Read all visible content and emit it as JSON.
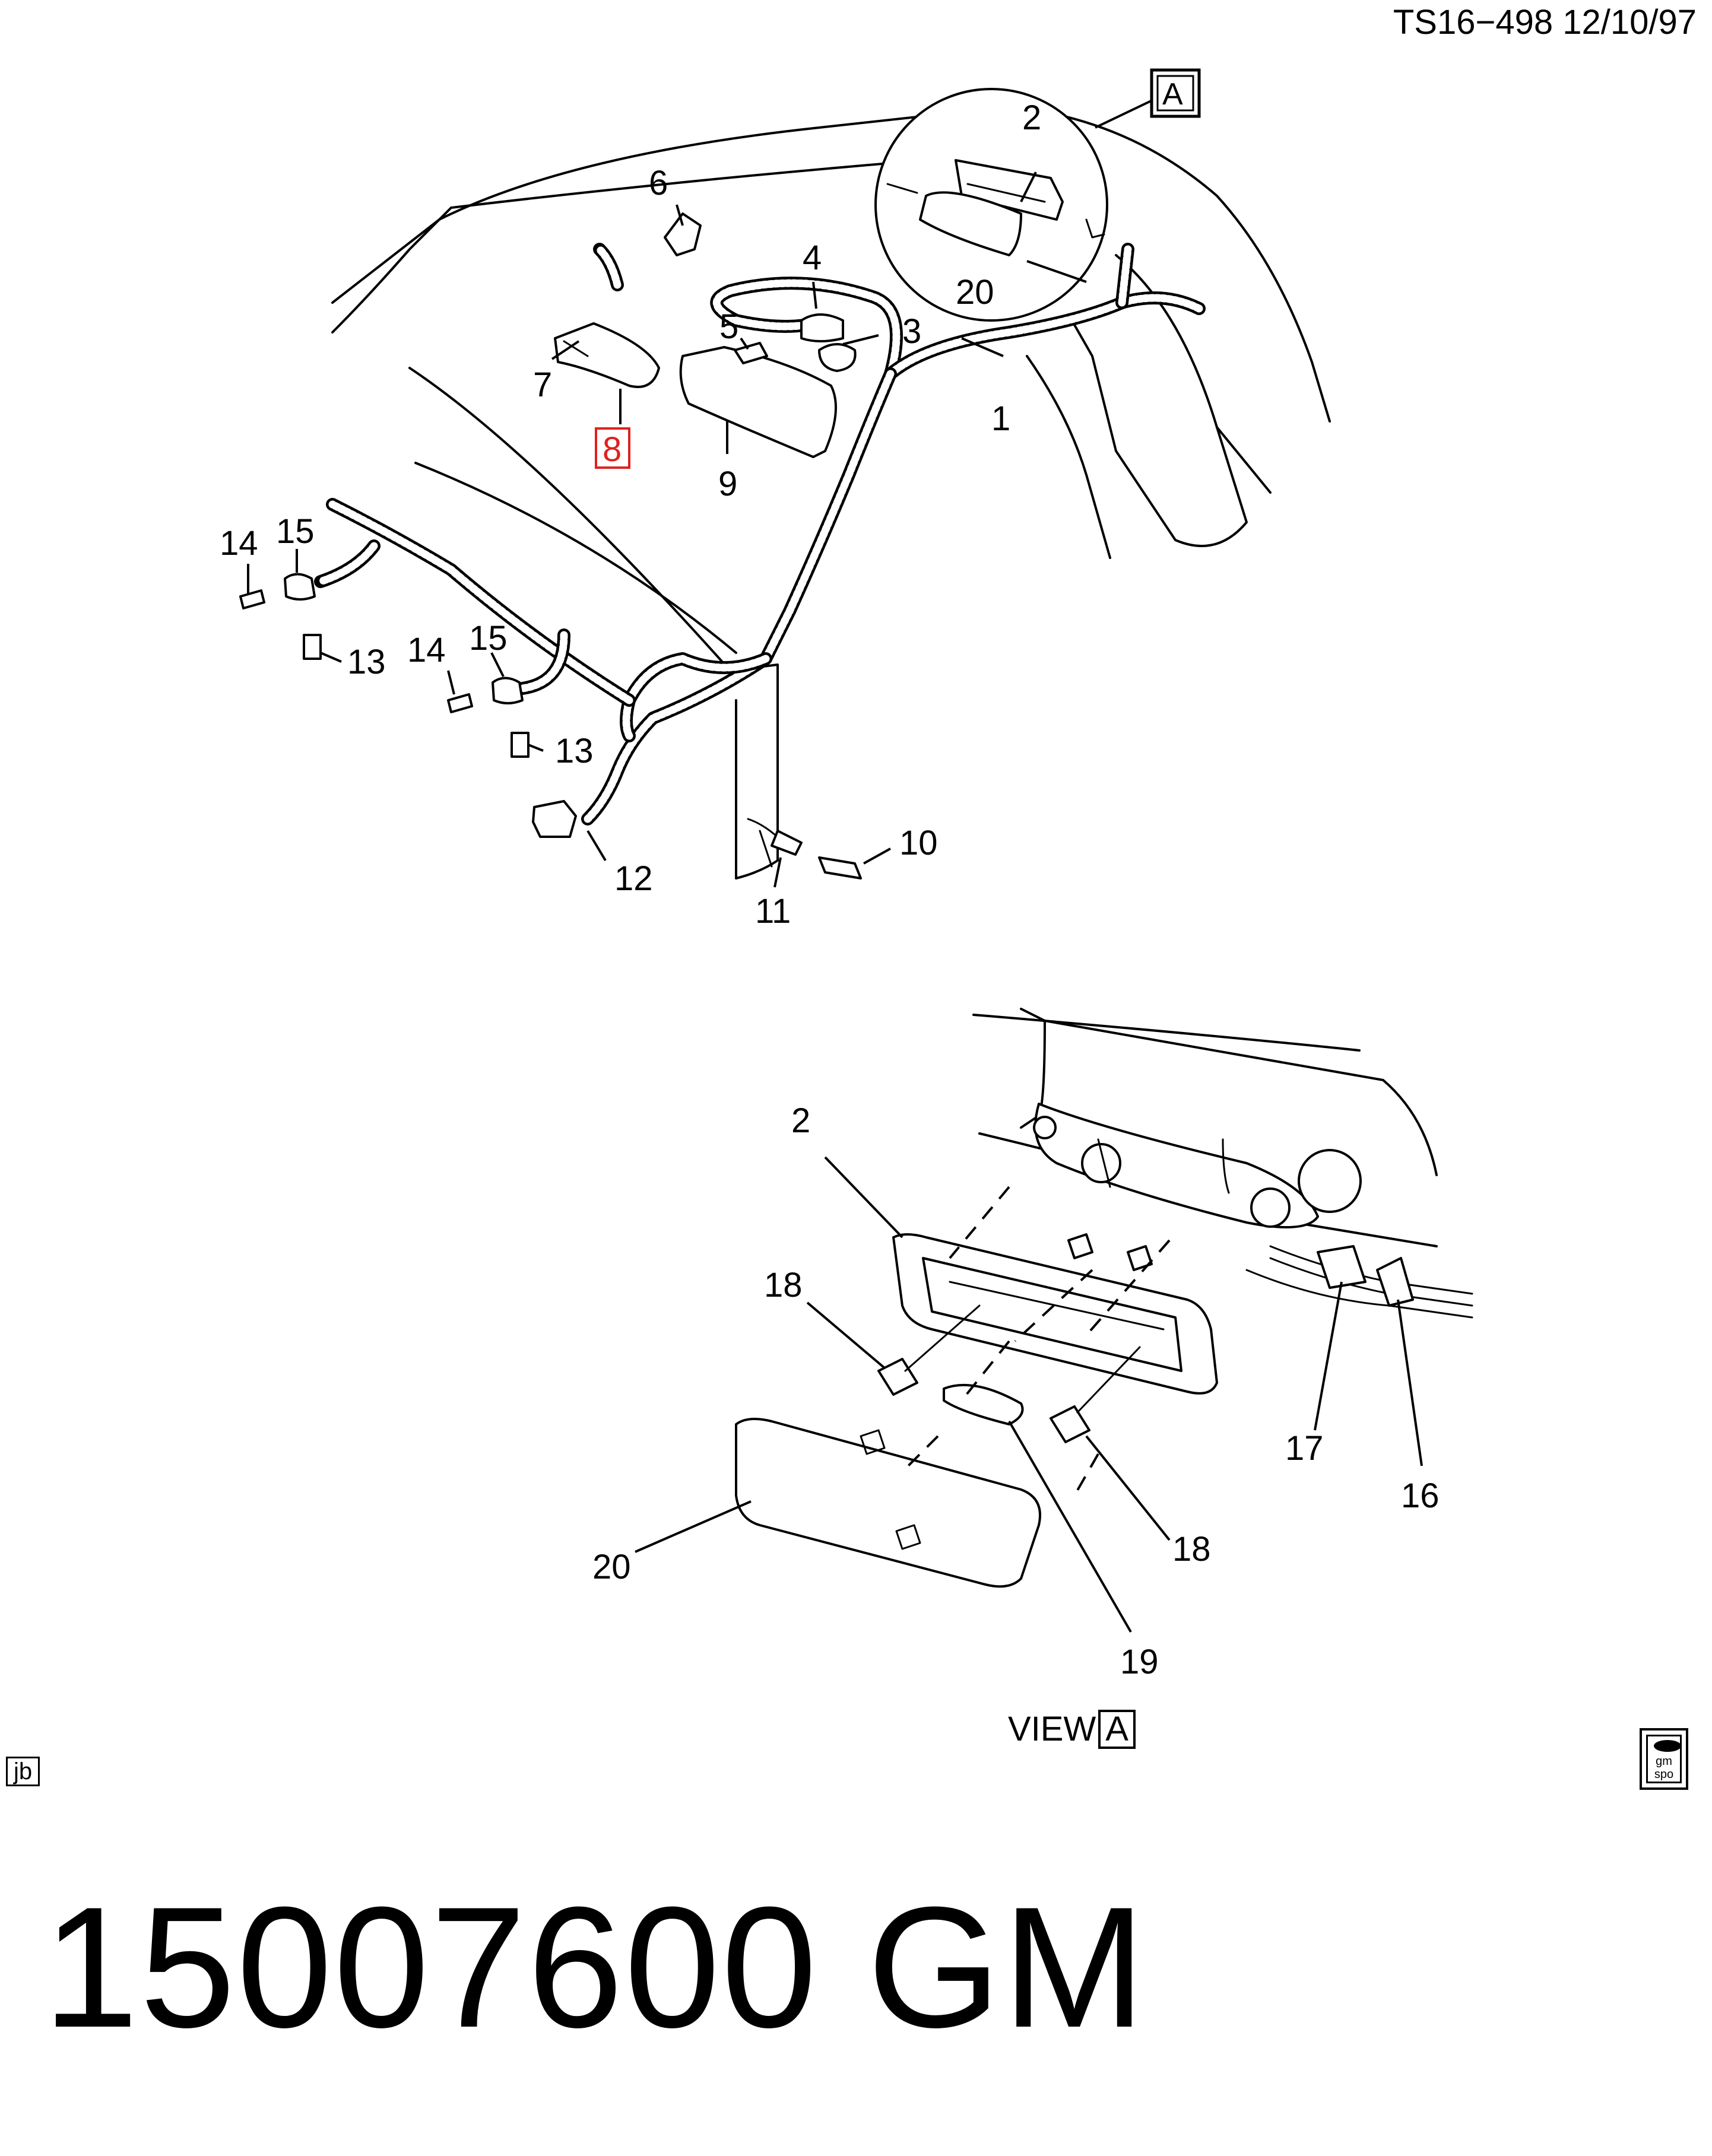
{
  "header": {
    "drawing_id": "TS16−498  12/10/97"
  },
  "detail_marker": "A",
  "view_label": {
    "text": "VIEW",
    "letter": "A"
  },
  "callouts": {
    "c1": "1",
    "c2_detail": "2",
    "c2_view": "2",
    "c3": "3",
    "c4": "4",
    "c5": "5",
    "c6": "6",
    "c7": "7",
    "c8": "8",
    "c9": "9",
    "c10": "10",
    "c11": "11",
    "c12": "12",
    "c13a": "13",
    "c13b": "13",
    "c14a": "14",
    "c14b": "14",
    "c15a": "15",
    "c15b": "15",
    "c16": "16",
    "c17": "17",
    "c18a": "18",
    "c18b": "18",
    "c19": "19",
    "c20_detail": "20",
    "c20_view": "20"
  },
  "highlighted_callout": "8",
  "highlight_color": "#e02020",
  "footer": {
    "jb_label": "jb",
    "logo": {
      "line1": "gm",
      "line2": "spo"
    },
    "part_number": "15007600   GM"
  }
}
